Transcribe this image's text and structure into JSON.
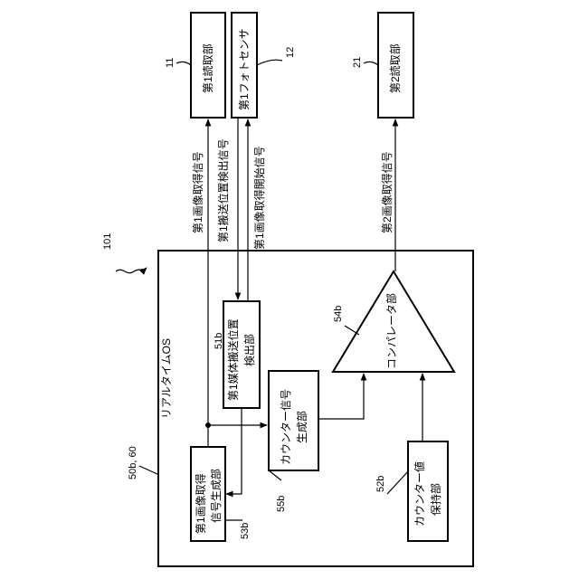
{
  "figure_ref": "101",
  "os_ref": "50b, 60",
  "os_label": "リアルタイムOS",
  "blocks": {
    "reader1": {
      "ref": "11",
      "label": "第1読取部"
    },
    "photosensor1": {
      "ref": "12",
      "label": "第1フォトセンサ"
    },
    "reader2": {
      "ref": "21",
      "label": "第2読取部"
    },
    "detector": {
      "ref": "51b",
      "line1": "第1媒体搬送位置",
      "line2": "検出部"
    },
    "comparator": {
      "ref": "54b",
      "label": "コンパレータ部"
    },
    "signal_gen": {
      "ref": "53b",
      "line1": "第1画像取得",
      "line2": "信号生成部"
    },
    "counter_gen": {
      "ref": "55b",
      "line1": "カウンター信号",
      "line2": "生成部"
    },
    "counter_hold": {
      "ref": "52b",
      "line1": "カウンター値",
      "line2": "保持部"
    }
  },
  "signals": {
    "img1": "第1画像取得信号",
    "pos1": "第1搬送位置検出信号",
    "start1": "第1画像取得開始信号",
    "img2": "第2画像取得信号"
  }
}
